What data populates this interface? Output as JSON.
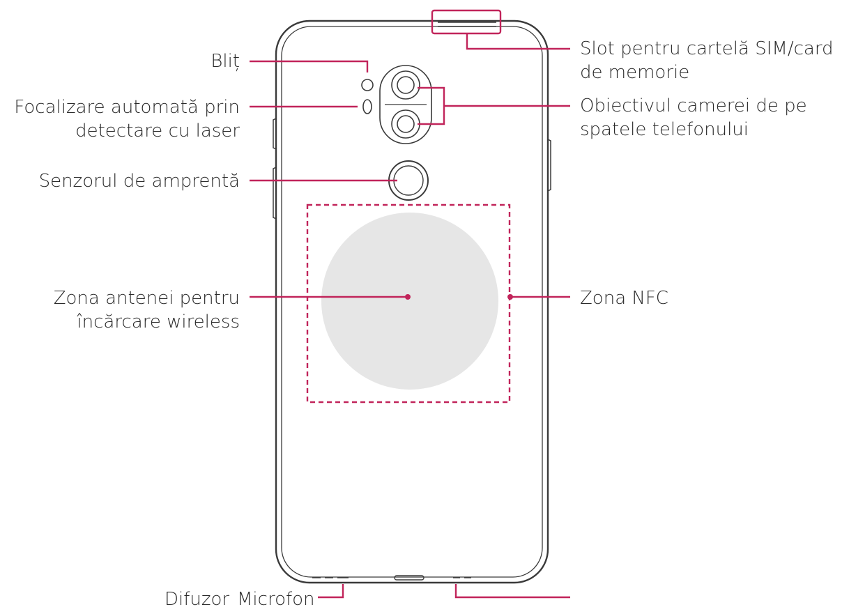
{
  "colors": {
    "leader": "#c1245a",
    "outline": "#3a3a3a",
    "coil": "#e6e6e6",
    "text": "#2a2a2a"
  },
  "labels": {
    "flash": "Bliț",
    "laser_af_line1": "Focalizare automată prin",
    "laser_af_line2": "detectare cu laser",
    "fingerprint": "Senzorul de amprentă",
    "wireless_line1": "Zona antenei pentru",
    "wireless_line2": "încărcare wireless",
    "sim_line1": "Slot pentru cartelă SIM/card",
    "sim_line2": "de memorie",
    "camera_line1": "Obiectivul camerei de pe",
    "camera_line2": "spatele telefonului",
    "nfc": "Zona NFC",
    "speaker": "Difuzor",
    "microphone": "Microfon"
  }
}
